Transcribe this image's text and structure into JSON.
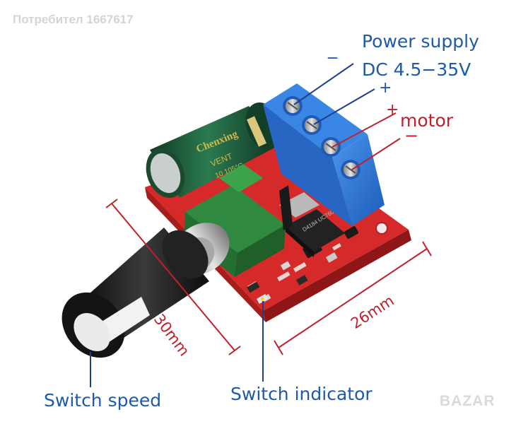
{
  "watermark": "Потребител 1667617",
  "labels": {
    "power_supply": "Power supply",
    "dc_range": "DC 4.5−35V",
    "minus_power": "_",
    "plus_power": "+",
    "plus_motor": "+",
    "motor": "motor",
    "minus_motor": "−",
    "switch_speed": "Switch speed",
    "switch_indicator": "Switch indicator",
    "dim_30": "30mm",
    "dim_26": "26mm"
  },
  "capacitor": {
    "brand": "Chenxing",
    "series": "VENT",
    "rating": "10 105°C"
  },
  "mosfet": {
    "marking": "D4184 UC7600"
  },
  "logo": "BAZAR",
  "colors": {
    "label_blue": "#1e5aa8",
    "label_red": "#c0202c",
    "pcb_red": "#d62a2a",
    "terminal_blue": "#2f78d6",
    "capacitor_green": "#1f5c3a",
    "pot_green": "#2f8a3f",
    "knob_black": "#1b1b1b"
  }
}
